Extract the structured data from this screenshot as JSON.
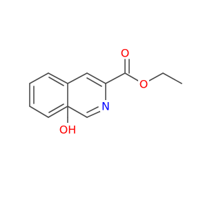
{
  "molecule": {
    "atoms": {
      "n_label": "N",
      "ester_carbonyl_o_label": "O",
      "ester_ether_o_label": "O",
      "hydroxyl_label": "OH"
    }
  },
  "colors": {
    "bond": "#4a4a4a",
    "nitrogen": "#0000ff",
    "oxygen": "#ff0000",
    "background": "#ffffff"
  }
}
